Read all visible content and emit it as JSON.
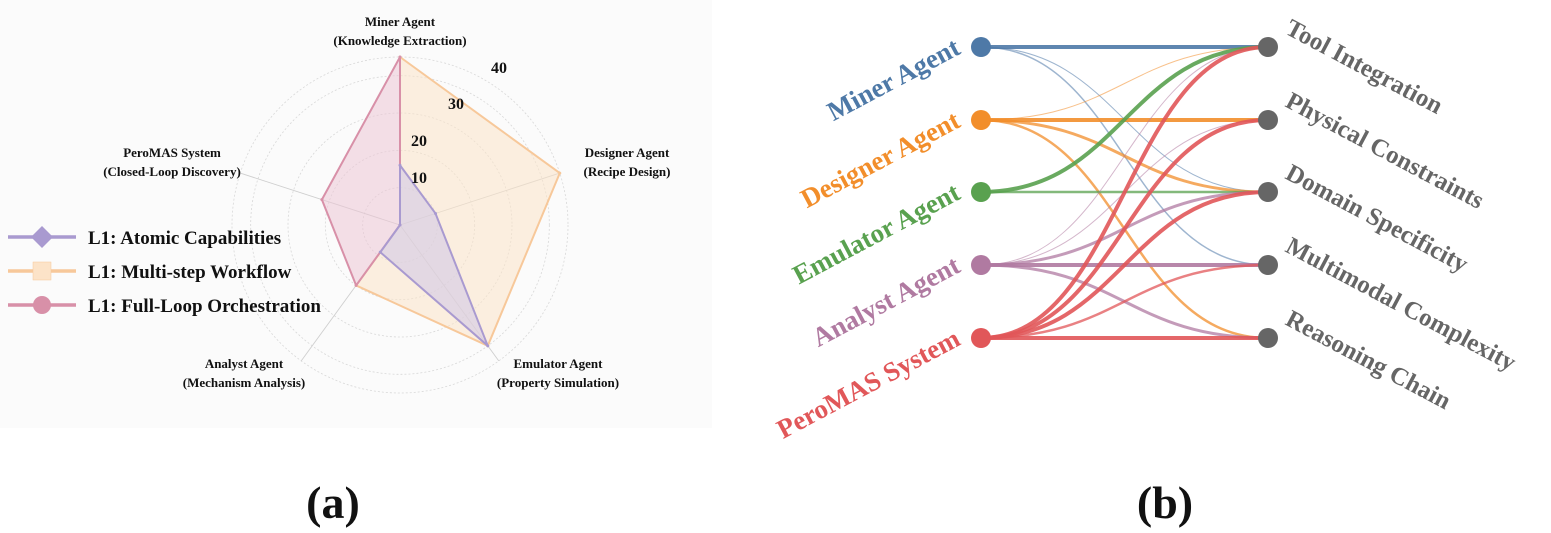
{
  "captions": {
    "a": "(a)",
    "b": "(b)"
  },
  "chart_data": [
    {
      "type": "radar",
      "axes": [
        {
          "name": "Miner Agent",
          "sub": "(Knowledge Extraction)"
        },
        {
          "name": "Designer Agent",
          "sub": "(Recipe Design)"
        },
        {
          "name": "Emulator Agent",
          "sub": "(Property Simulation)"
        },
        {
          "name": "Analyst Agent",
          "sub": "(Mechanism Analysis)"
        },
        {
          "name": "PeroMAS System",
          "sub": "(Closed-Loop Discovery)"
        }
      ],
      "ticks": [
        "10",
        "20",
        "30",
        "40"
      ],
      "rmax": 45,
      "series": [
        {
          "name": "L1: Multi-step Workflow",
          "values": [
            45,
            45,
            40,
            20,
            0
          ],
          "color": "#f7c89a",
          "fill": "#fce3c8",
          "marker": "square"
        },
        {
          "name": "L1: Full-Loop Orchestration",
          "values": [
            45,
            0,
            0,
            20,
            22
          ],
          "color": "#d890a8",
          "fill": "#ecc6d6",
          "marker": "circle"
        },
        {
          "name": "L1: Atomic Capabilities",
          "values": [
            16,
            10,
            40,
            9,
            0
          ],
          "color": "#a99ad0",
          "fill": "#cfc6e6",
          "marker": "diamond"
        }
      ],
      "legend_order": [
        2,
        0,
        1
      ],
      "legend_position": "left"
    },
    {
      "type": "bipartite",
      "sources": [
        {
          "label": "Miner Agent",
          "color": "#4e79a7"
        },
        {
          "label": "Designer Agent",
          "color": "#f28e2b"
        },
        {
          "label": "Emulator Agent",
          "color": "#59a14f"
        },
        {
          "label": "Analyst Agent",
          "color": "#b07aa1"
        },
        {
          "label": "PeroMAS System",
          "color": "#e15759"
        }
      ],
      "targets": [
        {
          "label": "Tool Integration"
        },
        {
          "label": "Physical Constraints"
        },
        {
          "label": "Domain Specificity"
        },
        {
          "label": "Multimodal Complexity"
        },
        {
          "label": "Reasoning Chain"
        }
      ],
      "target_color": "#666666",
      "links": [
        {
          "s": 0,
          "t": 0,
          "w": 4
        },
        {
          "s": 0,
          "t": 2,
          "w": 1
        },
        {
          "s": 0,
          "t": 3,
          "w": 1.5
        },
        {
          "s": 1,
          "t": 0,
          "w": 1
        },
        {
          "s": 1,
          "t": 1,
          "w": 4
        },
        {
          "s": 1,
          "t": 2,
          "w": 3
        },
        {
          "s": 1,
          "t": 4,
          "w": 2.5
        },
        {
          "s": 2,
          "t": 0,
          "w": 4
        },
        {
          "s": 2,
          "t": 2,
          "w": 2.5
        },
        {
          "s": 3,
          "t": 0,
          "w": 1
        },
        {
          "s": 3,
          "t": 1,
          "w": 1
        },
        {
          "s": 3,
          "t": 2,
          "w": 3
        },
        {
          "s": 3,
          "t": 3,
          "w": 4
        },
        {
          "s": 3,
          "t": 4,
          "w": 3
        },
        {
          "s": 4,
          "t": 0,
          "w": 4
        },
        {
          "s": 4,
          "t": 1,
          "w": 4
        },
        {
          "s": 4,
          "t": 2,
          "w": 4
        },
        {
          "s": 4,
          "t": 3,
          "w": 2.5
        },
        {
          "s": 4,
          "t": 4,
          "w": 4
        }
      ]
    }
  ]
}
